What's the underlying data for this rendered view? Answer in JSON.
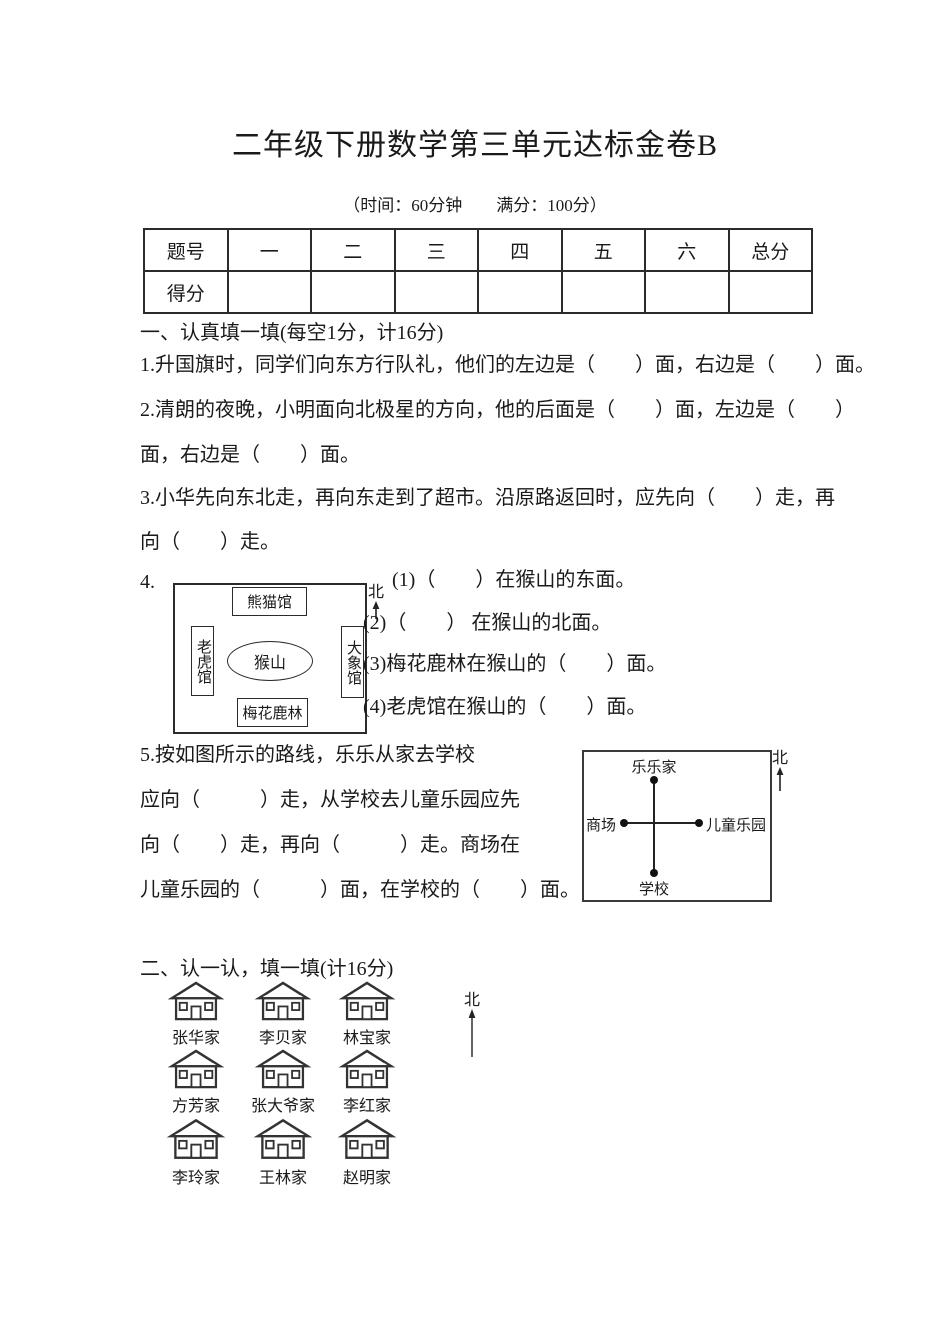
{
  "page": {
    "title": "二年级下册数学第三单元达标金卷B",
    "subtitle": "（时间：60分钟　　满分：100分）"
  },
  "score_table": {
    "header": [
      "题号",
      "一",
      "二",
      "三",
      "四",
      "五",
      "六",
      "总分"
    ],
    "row_label": "得分",
    "score_cells": [
      "",
      "",
      "",
      "",
      "",
      "",
      ""
    ]
  },
  "section1": {
    "heading": "一、认真填一填(每空1分，计16分)",
    "q1": "1.升国旗时，同学们向东方行队礼，他们的左边是（　　）面，右边是（　　）面。",
    "q2_line1": "2.清朗的夜晚，小明面向北极星的方向，他的后面是（　　）面，左边是（　　）",
    "q2_line2": "面，右边是（　　）面。",
    "q3_line1": "3.小华先向东北走，再向东走到了超市。沿原路返回时，应先向（　　）走，再",
    "q3_line2": "向（　　）走。",
    "q4": {
      "number": "4.",
      "map": {
        "north_label": "北",
        "top": "熊猫馆",
        "left": "老虎馆",
        "right": "大象馆",
        "center": "猴山",
        "bottom": "梅花鹿林"
      },
      "sub1": "(1)（　　）在猴山的东面。",
      "sub2": "(2)（　　） 在猴山的北面。",
      "sub3": "(3)梅花鹿林在猴山的（　　）面。",
      "sub4": "(4)老虎馆在猴山的（　　）面。"
    },
    "q5": {
      "line1": "5.按如图所示的路线，乐乐从家去学校",
      "line2": "应向（　　　）走，从学校去儿童乐园应先",
      "line3": "向（　　）走，再向（　　　）走。商场在",
      "line4": "儿童乐园的（　　　）面，在学校的（　　）面。",
      "map": {
        "north_label": "北",
        "top": "乐乐家",
        "left": "商场",
        "right": "儿童乐园",
        "bottom": "学校"
      }
    }
  },
  "section2": {
    "heading": "二、认一认，填一填(计16分)",
    "north_label": "北",
    "houses": [
      {
        "label": "张华家"
      },
      {
        "label": "李贝家"
      },
      {
        "label": "林宝家"
      },
      {
        "label": "方芳家"
      },
      {
        "label": "张大爷家"
      },
      {
        "label": "李红家"
      },
      {
        "label": "李玲家"
      },
      {
        "label": "王林家"
      },
      {
        "label": "赵明家"
      }
    ]
  }
}
